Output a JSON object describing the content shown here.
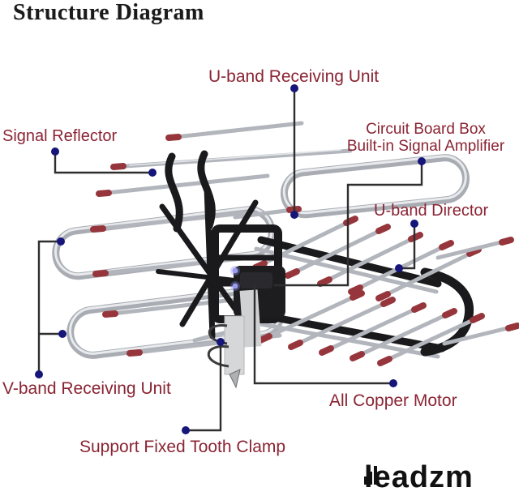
{
  "title": "Structure Diagram",
  "labels": {
    "u_band_receiving": "U-band Receiving Unit",
    "signal_reflector": "Signal Reflector",
    "circuit_board_line1": "Circuit Board Box",
    "circuit_board_line2": "Built-in Signal Amplifier",
    "u_band_director": "U-band Director",
    "v_band_receiving": "V-band Receiving Unit",
    "all_copper_motor": "All Copper Motor",
    "support_clamp": "Support Fixed Tooth Clamp"
  },
  "callouts": [
    {
      "label": "U-band Receiving Unit",
      "points_to": "upper folded-dipole loop"
    },
    {
      "label": "Signal Reflector",
      "points_to": "top reflector rods"
    },
    {
      "label": "Circuit Board Box Built-in Signal Amplifier",
      "points_to": "central housing"
    },
    {
      "label": "U-band Director",
      "points_to": "right director rod"
    },
    {
      "label": "V-band Receiving Unit",
      "points_to": "left chrome loops (two anchors)"
    },
    {
      "label": "All Copper Motor",
      "points_to": "motor under center housing"
    },
    {
      "label": "Support Fixed Tooth Clamp",
      "points_to": "mast clamp"
    }
  ],
  "branding": {
    "text": "leadzm",
    "icon": "signal-bars-icon"
  },
  "colors": {
    "title_text": "#1a1a1a",
    "label_text": "#8a2433",
    "callout_line": "#2e2e2e",
    "callout_dot": "#15157a",
    "logo_text": "#111111",
    "rod_chrome": "#b2b6bc",
    "rod_tip": "#96363c",
    "frame_dark": "#1a1a1d",
    "mast_gray": "#d6d7d9"
  }
}
